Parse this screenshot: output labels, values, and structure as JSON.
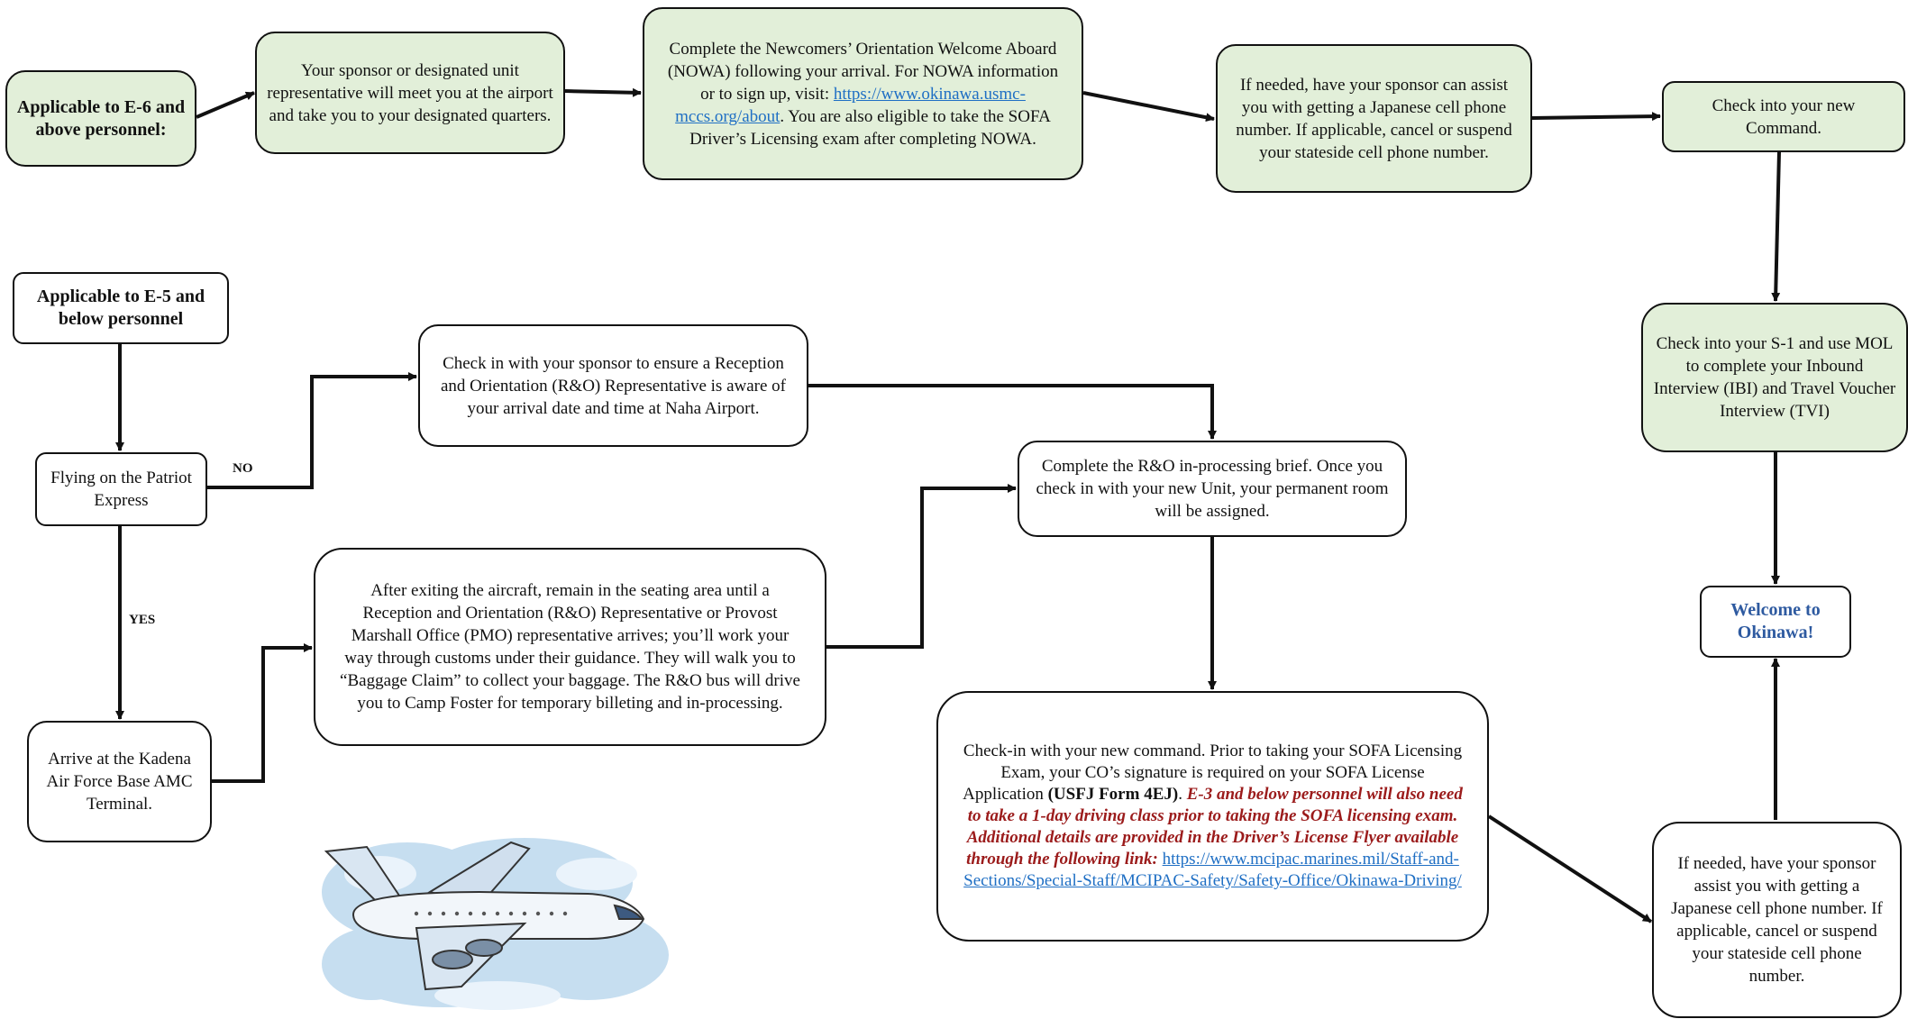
{
  "e6": {
    "title": "Applicable to E-6 and above personnel:",
    "sponsor": "Your sponsor or designated unit representative will meet you at the airport and take you to your designated quarters.",
    "nowa_pre": "Complete the Newcomers’ Orientation Welcome Aboard (NOWA) following your arrival. For NOWA information or to sign up, visit: ",
    "nowa_link": "https://www.okinawa.usmc-mccs.org/about",
    "nowa_post": ". You are also eligible to take the SOFA Driver’s Licensing exam after completing NOWA.",
    "phone": "If needed, have your sponsor can assist you with getting a Japanese cell phone number. If applicable, cancel or suspend your stateside cell phone number.",
    "checkin": "Check into your new Command."
  },
  "e5": {
    "title": "Applicable to E-5 and below personnel",
    "flying": "Flying on the Patriot Express",
    "no_label": "NO",
    "yes_label": "YES",
    "sponsor_check": "Check in with your sponsor to ensure a Reception and Orientation (R&O) Representative is aware of your arrival date and time at Naha Airport.",
    "kadena": "Arrive at the Kadena Air Force Base AMC Terminal.",
    "exit_aircraft": "After exiting the aircraft, remain in the seating area until a Reception and Orientation (R&O) Representative or Provost Marshall Office (PMO) representative arrives; you’ll work your way through customs under their guidance. They will walk you to “Baggage Claim” to collect your baggage. The R&O bus will drive you to Camp Foster for temporary billeting and in-processing.",
    "ro_brief": "Complete the R&O in-processing brief. Once you check in with your new Unit, your permanent room will be assigned.",
    "cmd_pre": "Check-in with your new command. Prior to taking your SOFA Licensing Exam, your CO’s signature is required on your SOFA License Application ",
    "cmd_form": "(USFJ Form 4EJ)",
    "cmd_dot": ". ",
    "cmd_red": "E-3 and below personnel will also need to take a 1-day driving class prior to taking the SOFA licensing exam. Additional details are provided in the Driver’s License Flyer available through the following link:",
    "cmd_link": "https://www.mcipac.marines.mil/Staff-and-Sections/Special-Staff/MCIPAC-Safety/Safety-Office/Okinawa-Driving/",
    "phone2": "If needed, have your sponsor assist you with getting a Japanese cell phone number. If applicable, cancel or suspend your stateside cell phone number."
  },
  "right": {
    "s1": "Check into your S-1 and use MOL to complete your Inbound Interview (IBI) and Travel Voucher Interview (TVI)",
    "welcome": "Welcome to Okinawa!"
  },
  "colors": {
    "box_green": "#e2efd9",
    "link": "#1f6fc4",
    "red_text": "#9b1b1b",
    "welcome": "#2e5aa0"
  }
}
